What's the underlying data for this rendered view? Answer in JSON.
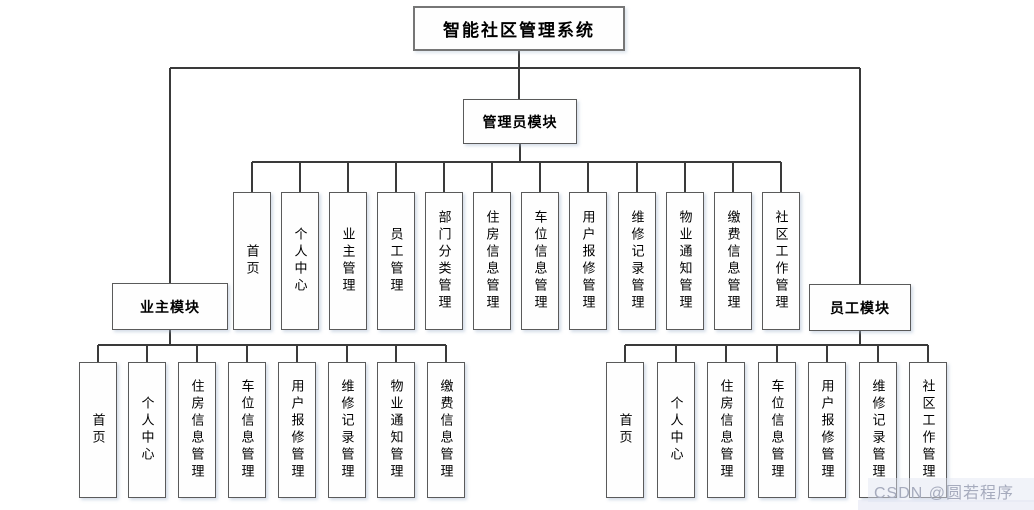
{
  "title": "智能社区管理系统",
  "tree": {
    "root": {
      "label": "智能社区管理系统"
    },
    "modules": [
      {
        "label": "管理员模块",
        "children": [
          "首页",
          "个人中心",
          "业主管理",
          "员工管理",
          "部门分类管理",
          "住房信息管理",
          "车位信息管理",
          "用户报修管理",
          "维修记录管理",
          "物业通知管理",
          "缴费信息管理",
          "社区工作管理"
        ]
      },
      {
        "label": "业主模块",
        "children": [
          "首页",
          "个人中心",
          "住房信息管理",
          "车位信息管理",
          "用户报修管理",
          "维修记录管理",
          "物业通知管理",
          "缴费信息管理"
        ]
      },
      {
        "label": "员工模块",
        "children": [
          "首页",
          "个人中心",
          "住房信息管理",
          "车位信息管理",
          "用户报修管理",
          "维修记录管理",
          "社区工作管理"
        ]
      }
    ]
  },
  "watermark": {
    "text": "CSDN @圆若程序"
  },
  "colors": {
    "background": "#ffffff",
    "box_fill": "#fefefe",
    "box_border": "#5a5a5a",
    "root_border": "#767676",
    "connector_line": "#3a3a3a",
    "watermark_text": "#a6abbd"
  }
}
